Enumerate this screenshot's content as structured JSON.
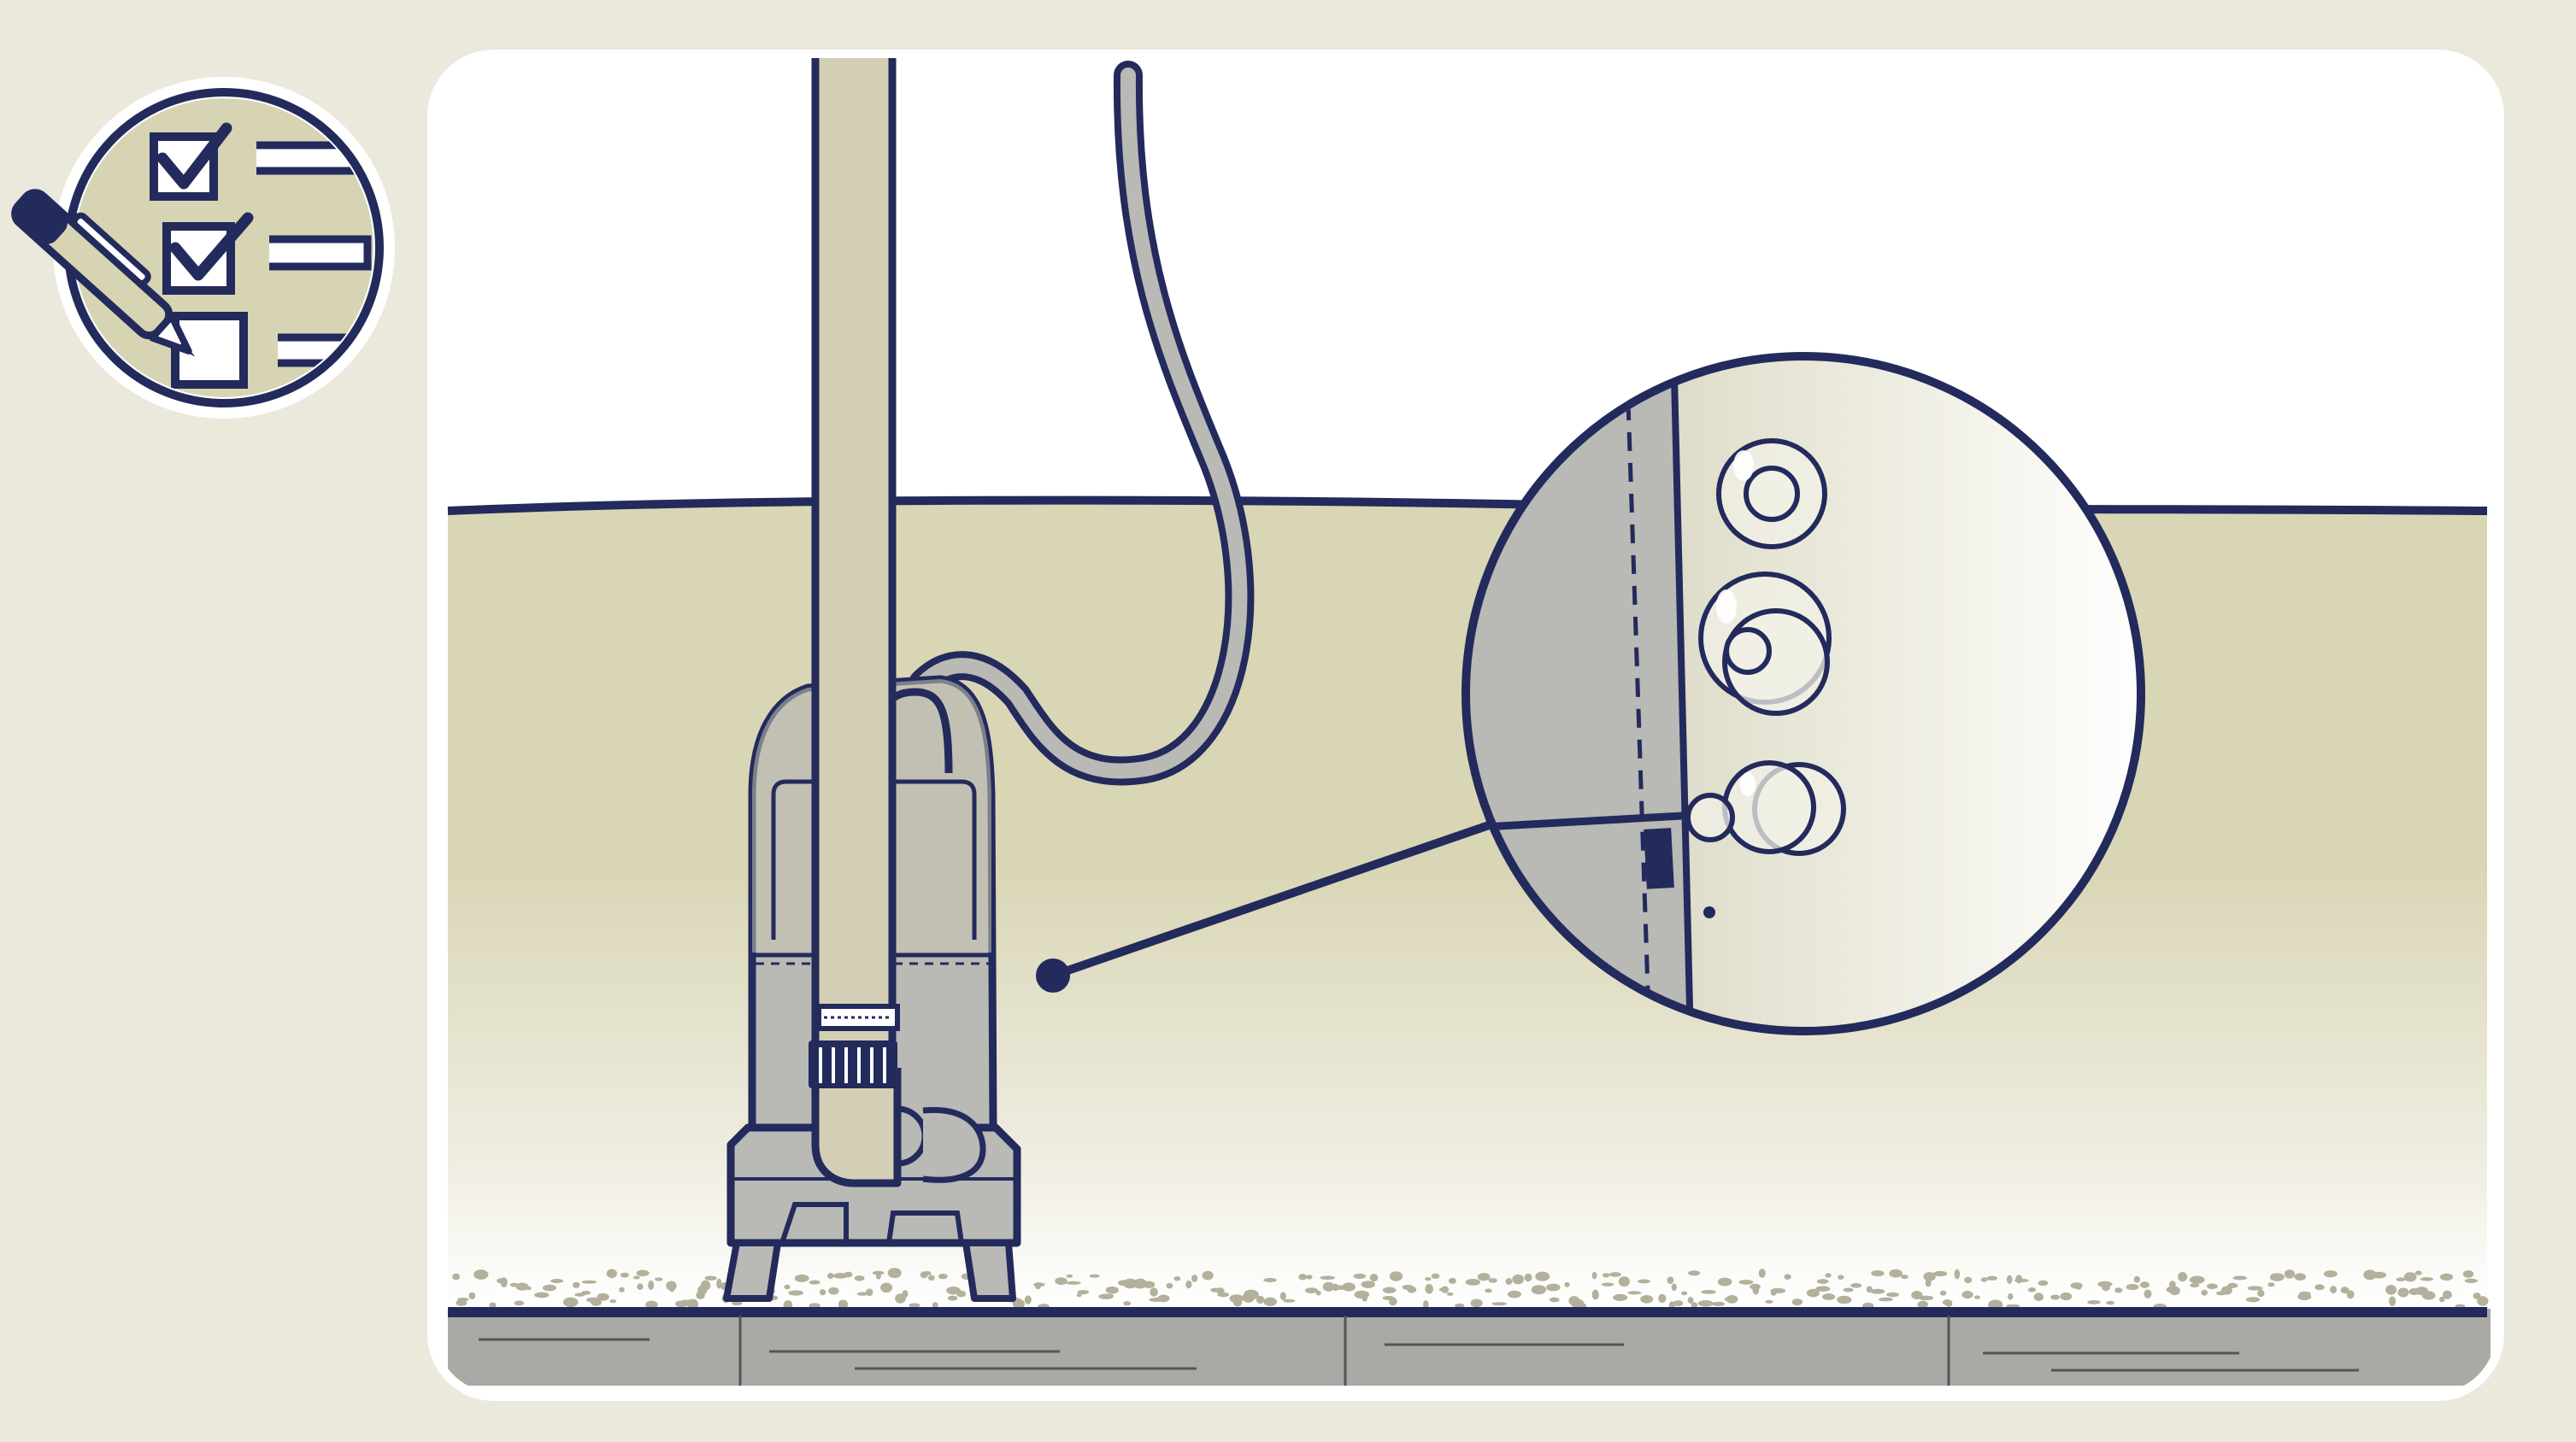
{
  "scene": {
    "subject": "submersible-pump-in-water",
    "colors": {
      "page_background": "#ebe8dc",
      "panel": "#ffffff",
      "water": "#d9d6b6",
      "outline": "#232a5c",
      "pump_body": "#b9b9b5",
      "pipe": "#d2cfb4",
      "gravel": "#b3b19b",
      "floor": "#a9a9a6"
    }
  },
  "checklist_badge": {
    "icon": "checklist-with-pen-icon",
    "checked_rows": 2,
    "total_rows": 3
  },
  "detail_callout": {
    "icon": "magnifier-inset-icon",
    "depicts": "air-bubbles-at-pump-seam"
  }
}
